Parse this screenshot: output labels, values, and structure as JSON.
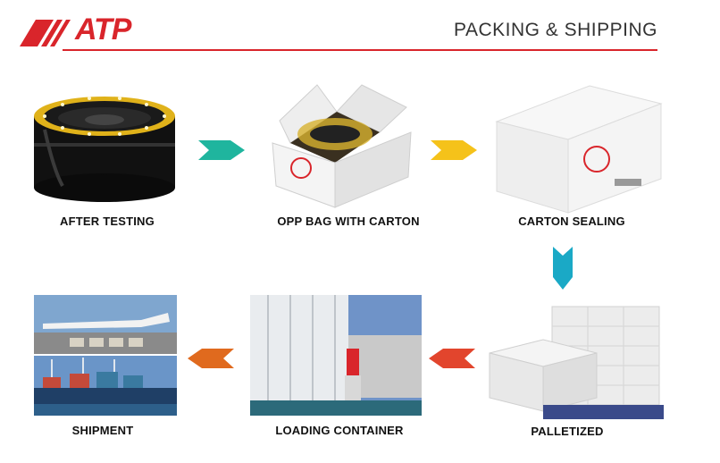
{
  "header": {
    "brand": "ATP",
    "title": "PACKING & SHIPPING"
  },
  "steps": [
    {
      "caption": "AFTER TESTING"
    },
    {
      "caption": "OPP BAG WITH CARTON"
    },
    {
      "caption": "CARTON SEALING"
    },
    {
      "caption": "SHIPMENT"
    },
    {
      "caption": "LOADING CONTAINER"
    },
    {
      "caption": "PALLETIZED"
    }
  ],
  "colors": {
    "brand": "#d9252b",
    "arrow_teal": "#1fb59e",
    "arrow_yellow": "#f5c21a",
    "arrow_cyan": "#1aa9c6",
    "arrow_red": "#e2452d",
    "arrow_orange": "#e06a1e"
  }
}
